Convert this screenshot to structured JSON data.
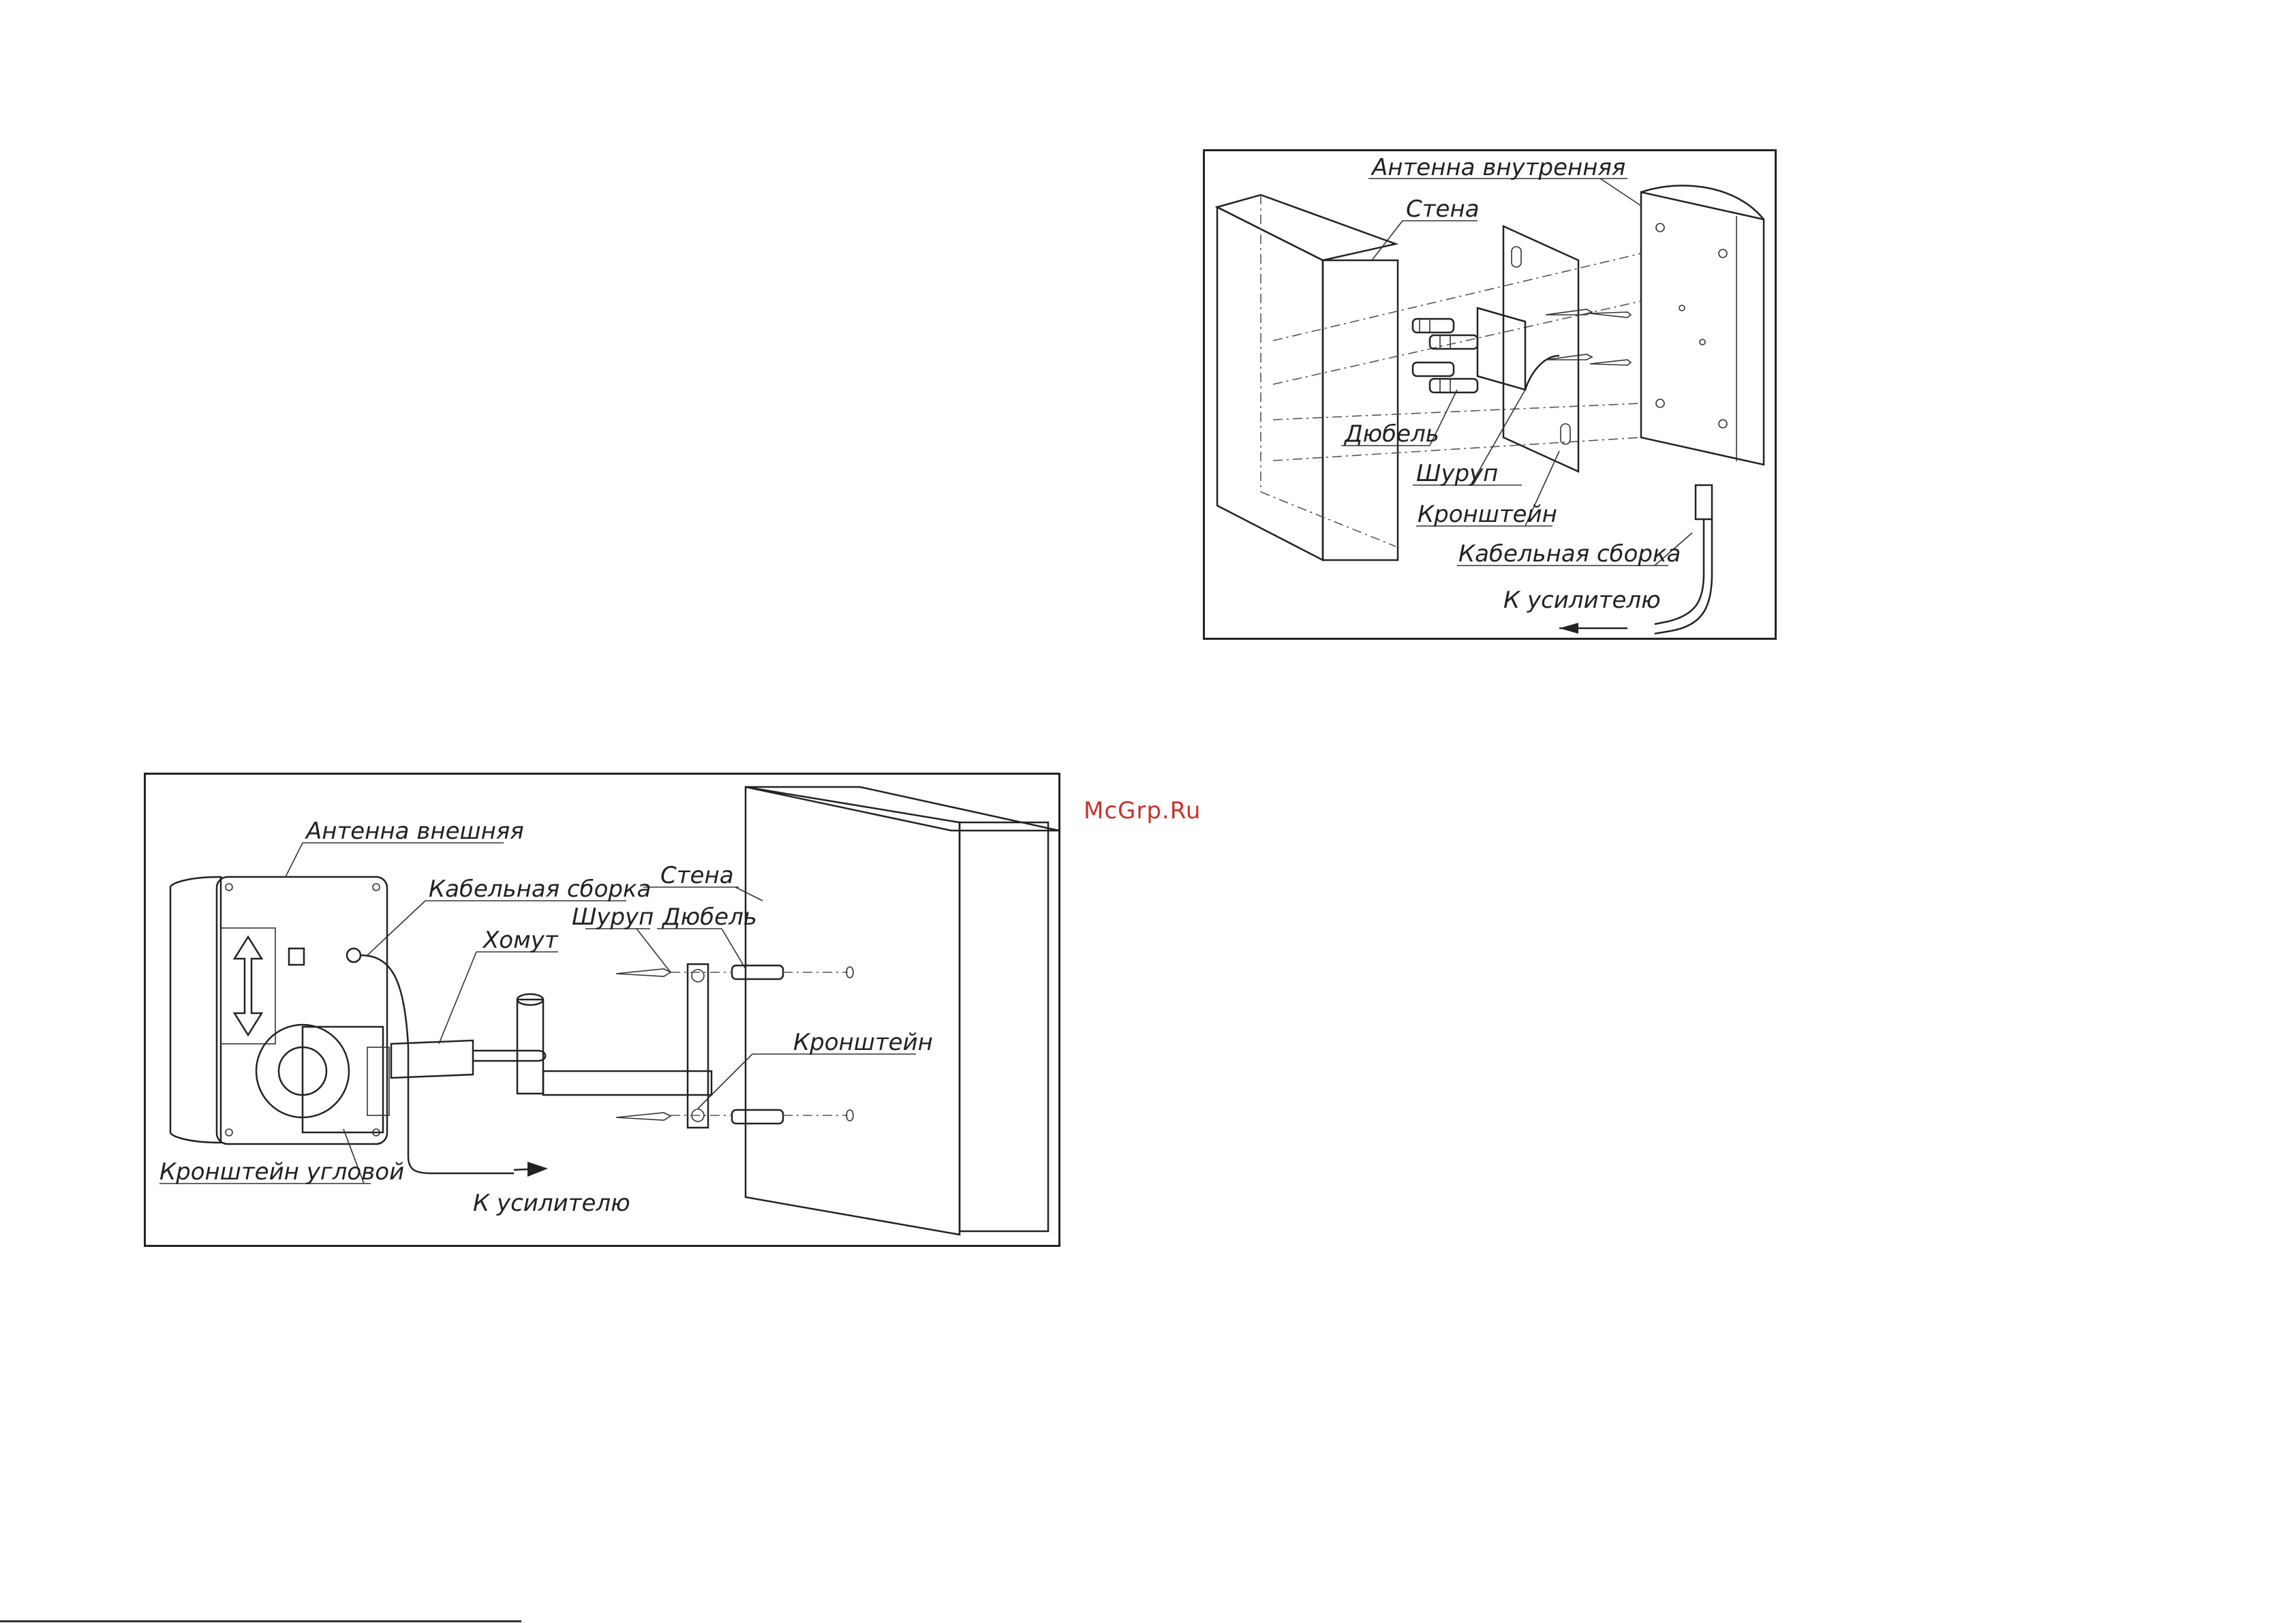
{
  "indoor": {
    "antenna_label": "Антенна внутренняя",
    "wall_label": "Стена",
    "dowel_label": "Дюбель",
    "screw_label": "Шуруп",
    "bracket_label": "Кронштейн",
    "cable_label": "Кабельная сборка",
    "to_amp_label": "К усилителю"
  },
  "outdoor": {
    "antenna_label": "Антенна внешняя",
    "cable_label": "Кабельная сборка",
    "clamp_label": "Хомут",
    "wall_label": "Стена",
    "screw_label": "Шуруп",
    "dowel_label": "Дюбель",
    "bracket_label": "Кронштейн",
    "corner_bracket_label": "Кронштейн угловой",
    "to_amp_label": "К усилителю"
  },
  "watermark": "McGrp.Ru"
}
